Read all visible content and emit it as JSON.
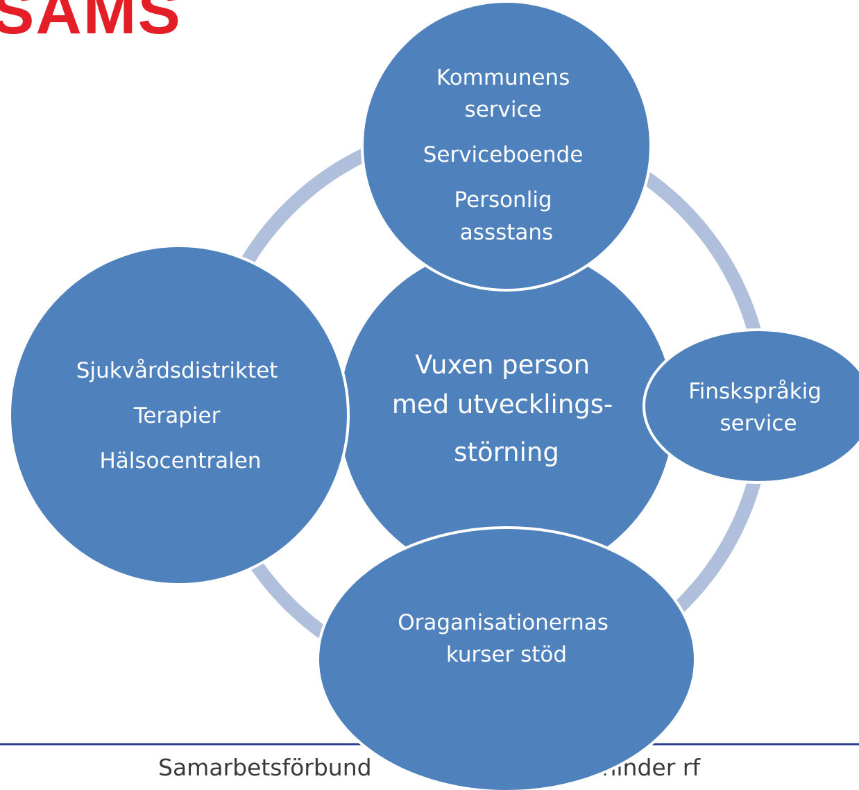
{
  "logo": {
    "text": "SAMS"
  },
  "center": {
    "lines": [
      "Vuxen person",
      "med utvecklings-",
      "störning"
    ]
  },
  "nodes": {
    "top": {
      "lines": [
        "Kommunens",
        "service",
        "Serviceboende",
        "Personlig",
        "assstans"
      ]
    },
    "left": {
      "lines": [
        "Sjukvårdsdistriktet",
        "Terapier",
        "Hälsocentralen"
      ]
    },
    "right": {
      "lines": [
        "Finskspråkig",
        "service"
      ]
    },
    "bottom": {
      "lines": [
        "Oraganisationernas",
        "kurser stöd"
      ]
    }
  },
  "footer": {
    "left_text": "Samarbetsförbund",
    "right_text": "ionshinder rf"
  },
  "colors": {
    "node_fill": "#4f81bd",
    "node_stroke": "#ffffff",
    "ring": "#b0c0dc",
    "logo": "#e41e26",
    "footer_line": "#2e3f8f"
  }
}
